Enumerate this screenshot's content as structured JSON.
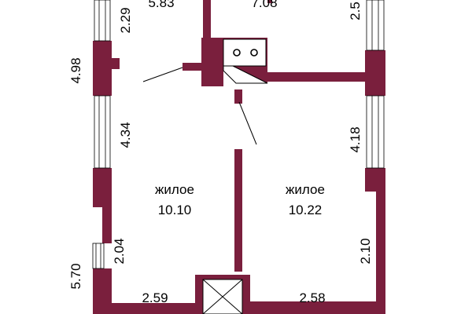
{
  "rooms": [
    {
      "name": "жилое",
      "area": "10.10"
    },
    {
      "name": "жилое",
      "area": "10.22"
    },
    {
      "area": "5.83"
    },
    {
      "area": "7.08"
    }
  ],
  "dimensions": {
    "left_total_upper": "4.98",
    "left_total_lower": "5.70",
    "window_top_left": "2.29",
    "window_mid_left": "4.34",
    "window_low_left": "2.04",
    "window_top_right": "2.5",
    "window_mid_right": "4.18",
    "window_low_right": "2.10",
    "bottom_left": "2.59",
    "bottom_right": "2.58"
  },
  "colors": {
    "wall": "#7a1f3d"
  },
  "icons": [
    "stove-icon",
    "shaft-icon"
  ]
}
